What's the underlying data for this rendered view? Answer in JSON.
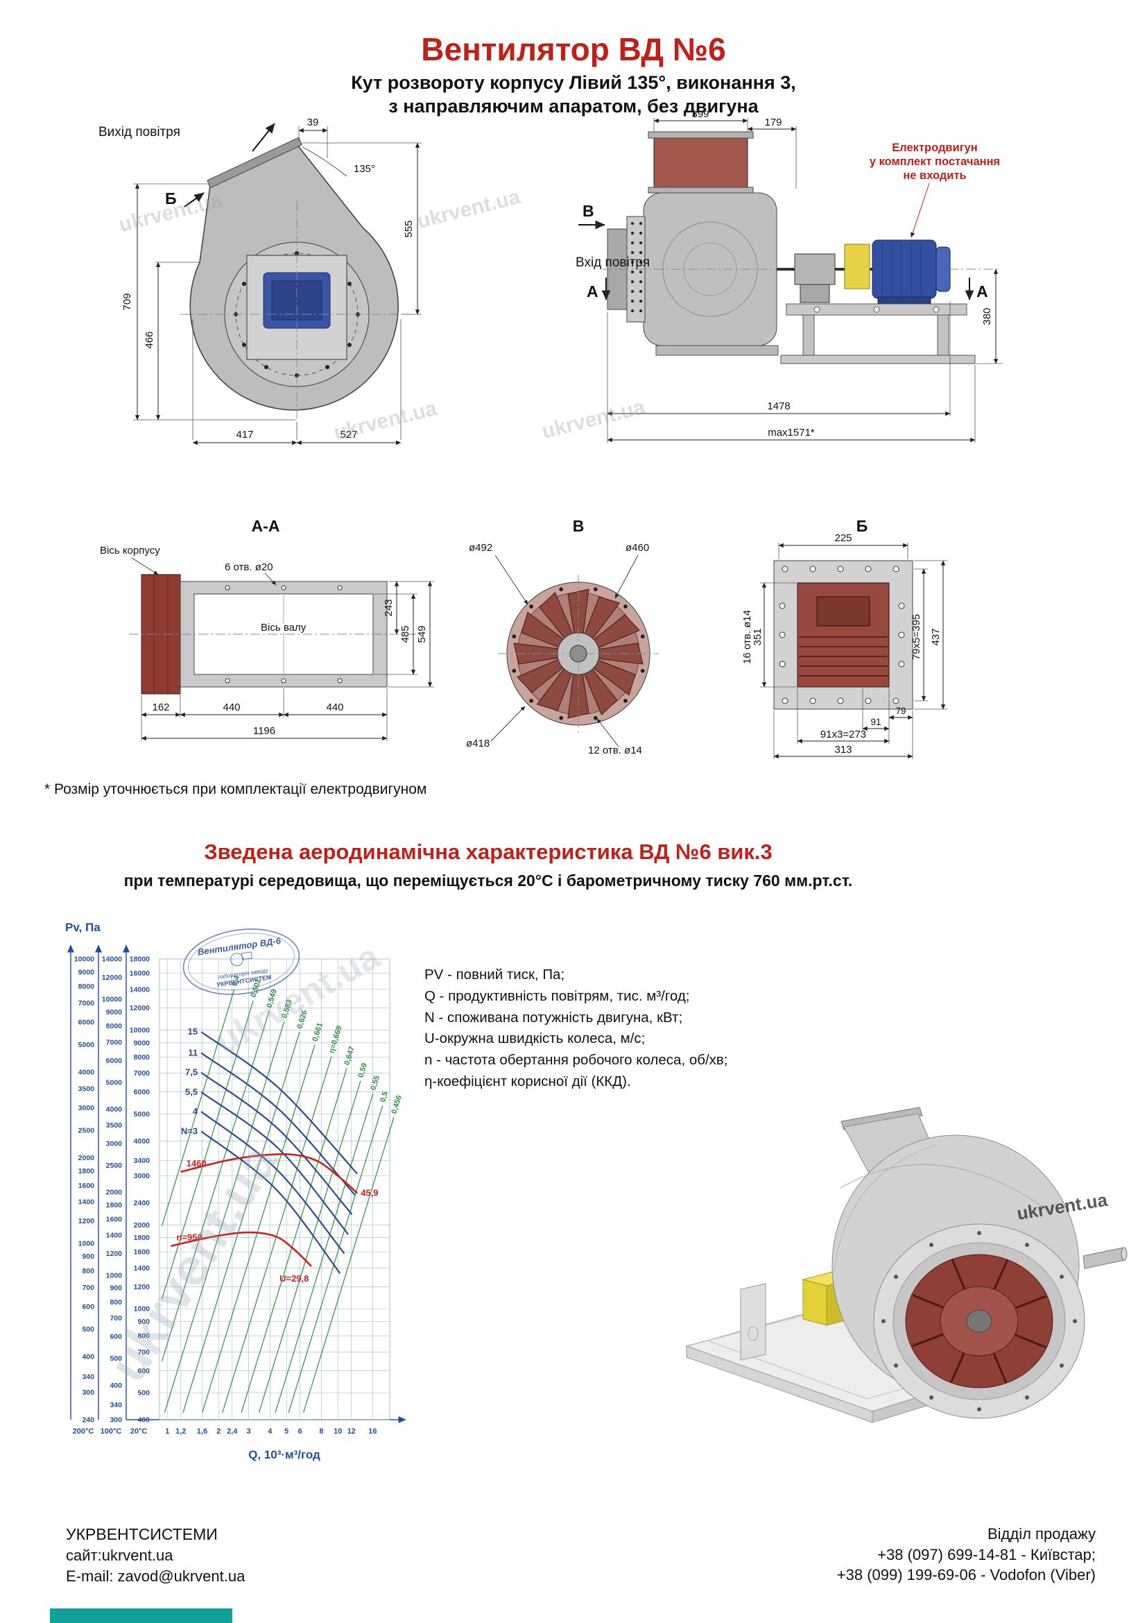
{
  "header": {
    "title": "Вентилятор ВД №6",
    "subtitle1": "Кут розвороту корпусу Лівий 135°, виконання 3,",
    "subtitle2": "з направляючим апаратом, без двигуна"
  },
  "watermark": "ukrvent.ua",
  "view_main": {
    "air_out": "Вихід повітря",
    "b_mark": "Б",
    "angle": "135°",
    "d39": "39",
    "d709": "709",
    "d466": "466",
    "d555": "555",
    "d417": "417",
    "d527": "527"
  },
  "view_side": {
    "v_mark": "В",
    "air_in": "Вхід повітря",
    "a_mark": "А",
    "motor_note": [
      "Електродвигун",
      "у комплект постачання",
      "не входить"
    ],
    "d399": "399",
    "d179": "179",
    "d380": "380",
    "d1478": "1478",
    "dmax": "max1571*"
  },
  "section_aa": {
    "title": "А-А",
    "axis_body": "Вісь корпусу",
    "holes": "6 отв. ø20",
    "axis_shaft": "Вісь валу",
    "d243": "243",
    "d485": "485",
    "d549": "549",
    "d162": "162",
    "d440a": "440",
    "d440b": "440",
    "d1196": "1196"
  },
  "section_v": {
    "title": "В",
    "d492": "ø492",
    "d460": "ø460",
    "d418": "ø418",
    "holes": "12 отв. ø14"
  },
  "section_b": {
    "title": "Б",
    "d225": "225",
    "holes": "16 отв. ø14",
    "d351": "351",
    "d79x5": "79x5=395",
    "d437": "437",
    "d79": "79",
    "d91": "91",
    "d91x3": "91x3=273",
    "d313": "313"
  },
  "footnote": "* Розмір уточнюється при комплектації електродвигуном",
  "aero": {
    "heading": "Зведена аеродинамічна характеристика ВД №6 вик.3",
    "subheading": "при температурі середовища, що переміщується 20°С і барометричному тиску 760 мм.рт.ст."
  },
  "stamp": {
    "line1": "Вентилятор ВД-6",
    "line2": "лабораторія заводу",
    "line3": "УКРВЕНТСИСТЕМ"
  },
  "legend": {
    "lines": [
      "PV - повний тиск, Па;",
      "Q - продуктивність повітрям, тис. м³/год;",
      "N - споживана потужність двигуна, кВт;",
      "U-окружна швидкість колеса, м/с;",
      "n - частота обертання робочого колеса, об/хв;",
      "η-коефіцієнт корисної дії (ККД)."
    ]
  },
  "chart_data": {
    "type": "line",
    "title": "Зведена аеродинамічна характеристика ВД №6 вик.3",
    "subtitle": "при температурі середовища, що переміщується 20°С і барометричному тиску 760 мм.рт.ст.",
    "xlabel": "Q, 10³·м³/год",
    "ylabel": "Pv, Па",
    "x_range": [
      0.9,
      18
    ],
    "y_range_20c": [
      400,
      18000
    ],
    "x_ticks": [
      "1",
      "1,2",
      "1,6",
      "2",
      "2,4",
      "3",
      "4",
      "5",
      "6",
      "8",
      "10",
      "12",
      "16"
    ],
    "y_axis_columns": [
      {
        "label": "200°C",
        "ticks": [
          10000,
          9000,
          8000,
          7000,
          6000,
          5000,
          4000,
          3500,
          3000,
          2500,
          2000,
          1800,
          1600,
          1400,
          1200,
          1000,
          900,
          800,
          700,
          600,
          500,
          400,
          340,
          300,
          240
        ]
      },
      {
        "label": "100°C",
        "ticks": [
          14000,
          12000,
          10000,
          9000,
          8000,
          7000,
          6000,
          5000,
          4000,
          3500,
          3000,
          2500,
          2000,
          1800,
          1600,
          1400,
          1200,
          1000,
          900,
          800,
          700,
          600,
          500,
          400,
          340,
          300
        ]
      },
      {
        "label": "20°C",
        "ticks": [
          18000,
          16000,
          14000,
          12000,
          10000,
          9000,
          8000,
          7000,
          6000,
          5000,
          4000,
          3400,
          3000,
          2400,
          2000,
          1800,
          1600,
          1400,
          1200,
          1000,
          900,
          800,
          700,
          600,
          500,
          400
        ]
      }
    ],
    "rpm_curves": [
      {
        "label": "1460",
        "u_label": "45,9",
        "points": [
          [
            1.2,
            3100
          ],
          [
            2.2,
            3400
          ],
          [
            3.5,
            3550
          ],
          [
            5.3,
            3580
          ],
          [
            7.5,
            3400
          ],
          [
            10,
            3000
          ],
          [
            13,
            2600
          ]
        ]
      },
      {
        "label": "n=950",
        "u_label": "U=29,8",
        "points": [
          [
            1.05,
            1680
          ],
          [
            1.9,
            1820
          ],
          [
            3,
            1880
          ],
          [
            4.3,
            1820
          ],
          [
            5.5,
            1640
          ],
          [
            7,
            1420
          ]
        ]
      }
    ],
    "power_curves": [
      {
        "label": "15",
        "points": [
          [
            1.58,
            9850
          ],
          [
            4.5,
            6200
          ],
          [
            13,
            3050
          ]
        ]
      },
      {
        "label": "11",
        "points": [
          [
            1.58,
            8280
          ],
          [
            4.5,
            5200
          ],
          [
            12.6,
            2560
          ]
        ]
      },
      {
        "label": "7,5",
        "points": [
          [
            1.58,
            7040
          ],
          [
            4.5,
            4400
          ],
          [
            12.1,
            2180
          ]
        ]
      },
      {
        "label": "5,5",
        "points": [
          [
            1.58,
            5990
          ],
          [
            4.5,
            3750
          ],
          [
            11.5,
            1850
          ]
        ]
      },
      {
        "label": "4",
        "points": [
          [
            1.58,
            5100
          ],
          [
            4.4,
            3150
          ],
          [
            10.9,
            1580
          ]
        ]
      },
      {
        "label": "N=3",
        "points": [
          [
            1.58,
            4335
          ],
          [
            4.3,
            2700
          ],
          [
            10.3,
            1340
          ]
        ]
      }
    ],
    "efficiency_lines": [
      {
        "label": "0,4",
        "q_top": 2.47,
        "pv_top": 14000
      },
      {
        "label": "0,502",
        "q_top": 3.19,
        "pv_top": 12760
      },
      {
        "label": "0,549",
        "q_top": 3.95,
        "pv_top": 11700
      },
      {
        "label": "0,583",
        "q_top": 4.85,
        "pv_top": 10740
      },
      {
        "label": "0,626",
        "q_top": 5.96,
        "pv_top": 9850
      },
      {
        "label": "0,661",
        "q_top": 7.33,
        "pv_top": 8870
      },
      {
        "label": "η=0,669",
        "q_top": 9.17,
        "pv_top": 8040
      },
      {
        "label": "0,647",
        "q_top": 11.27,
        "pv_top": 7290
      },
      {
        "label": "0,59",
        "q_top": 13.58,
        "pv_top": 6570
      },
      {
        "label": "0,55",
        "q_top": 16.08,
        "pv_top": 5930
      },
      {
        "label": "0,5",
        "q_top": 18.3,
        "pv_top": 5370
      },
      {
        "label": "0,456",
        "q_top": 21.3,
        "pv_top": 4870
      }
    ]
  },
  "footer": {
    "company": "УКРВЕНТСИСТЕМИ",
    "site": "сайт:ukrvent.ua",
    "email": "E-mail: zavod@ukrvent.ua",
    "sales_title": "Відділ продажу",
    "phone1": "+38 (097) 699-14-81 - Київстар;",
    "phone2": "+38 (099) 199-69-06 - Vodofon (Viber)"
  }
}
